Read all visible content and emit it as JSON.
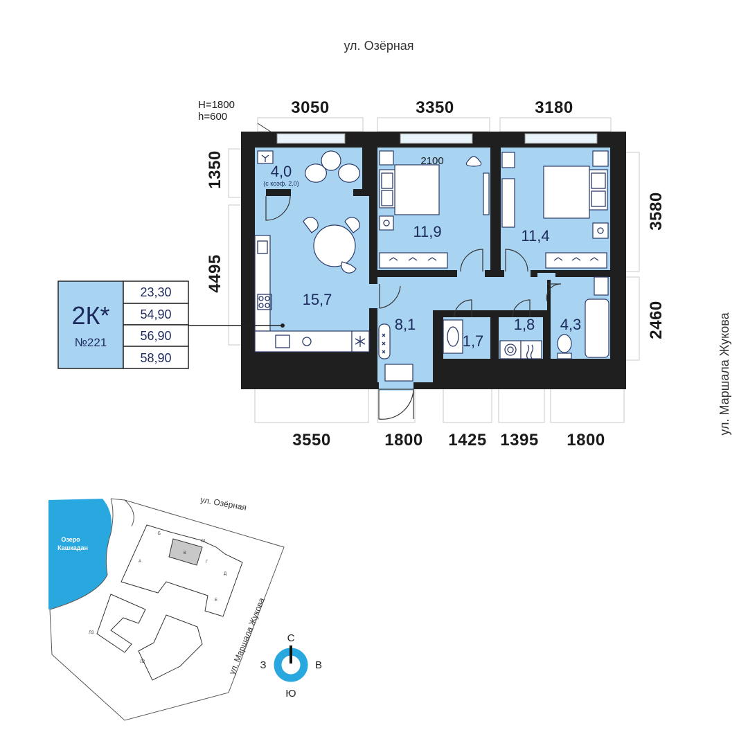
{
  "streets": {
    "top": "ул. Озёрная",
    "right": "ул. Маршала Жукова"
  },
  "window_note": {
    "h_upper": "H=1800",
    "h_lower": "h=600"
  },
  "dimensions": {
    "top": [
      "3050",
      "3350",
      "3180"
    ],
    "bottom": [
      "3550",
      "1800",
      "1425",
      "1395",
      "1800"
    ],
    "left": [
      "1350",
      "4495"
    ],
    "right": [
      "3580",
      "2460"
    ],
    "inner": "2100"
  },
  "rooms": [
    {
      "id": "balcony",
      "area": "4,0",
      "note": "(с коэф. 2,0)"
    },
    {
      "id": "bedroom-1",
      "area": "11,9"
    },
    {
      "id": "bedroom-2",
      "area": "11,4"
    },
    {
      "id": "kitchen-living",
      "area": "15,7"
    },
    {
      "id": "hall",
      "area": "8,1"
    },
    {
      "id": "wc",
      "area": "1,7"
    },
    {
      "id": "laundry",
      "area": "1,8"
    },
    {
      "id": "bathroom",
      "area": "4,3"
    }
  ],
  "card": {
    "type": "2К*",
    "number": "№221",
    "areas": [
      "23,30",
      "54,90",
      "56,90",
      "58,90"
    ]
  },
  "site_plan": {
    "lake": "Озеро Кашкадан",
    "lake_line1": "Озеро",
    "lake_line2": "Кашкадан",
    "street_top": "ул. Озёрная",
    "street_right": "ул. Маршала Жукова",
    "labels": {
      "l1": "Л1",
      "l2": "Л2",
      "l3": "Л3",
      "a": "А",
      "b": "Б",
      "v": "В",
      "g": "Г",
      "d": "Д",
      "e": "Е"
    }
  },
  "compass": {
    "n": "С",
    "s": "Ю",
    "w": "З",
    "e": "В"
  },
  "colors": {
    "floor": "#a8d4f2",
    "wall": "#1f1f1f",
    "accent": "#29a8e0",
    "text": "#1d2a5c"
  }
}
